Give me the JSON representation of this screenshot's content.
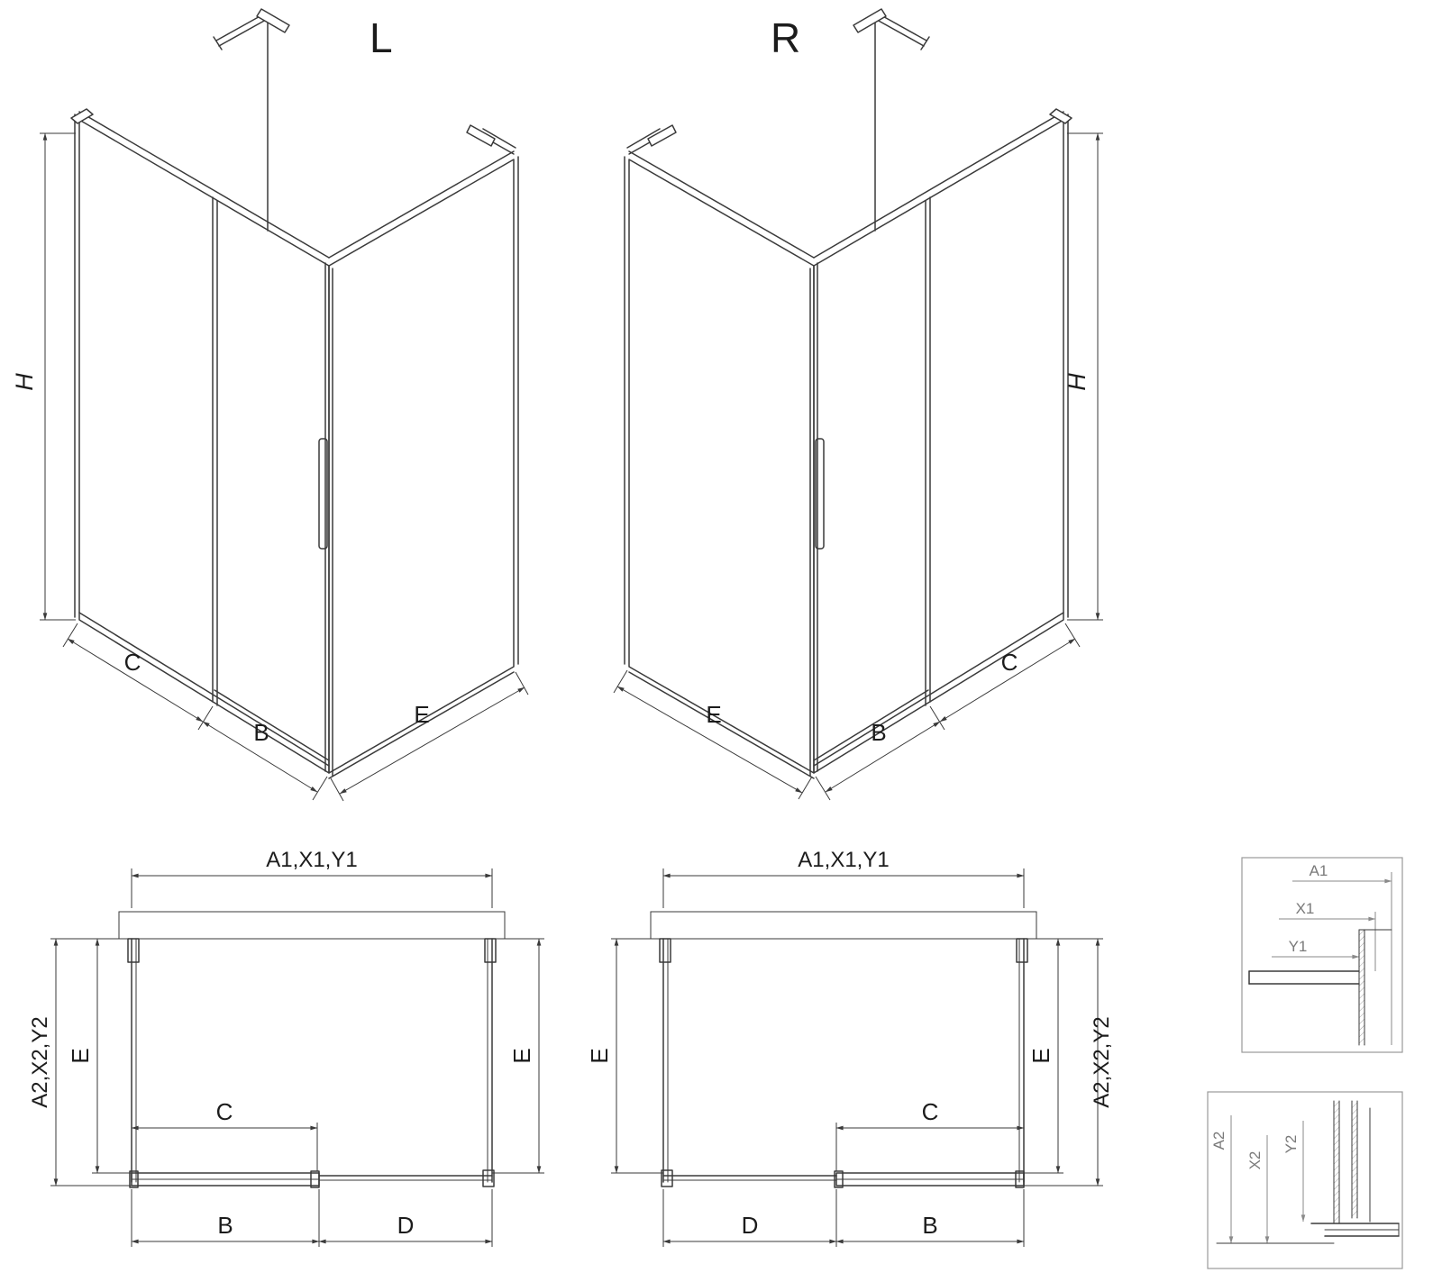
{
  "iso_left": {
    "title": "L",
    "dim_h": "H",
    "dim_c": "C",
    "dim_b": "B",
    "dim_e": "E"
  },
  "iso_right": {
    "title": "R",
    "dim_h": "H",
    "dim_c": "C",
    "dim_b": "B",
    "dim_e": "E"
  },
  "plan_left": {
    "dim_width": "A1,X1,Y1",
    "dim_depth_outer": "A2,X2,Y2",
    "dim_depth_inner": "E",
    "dim_depth_right": "E",
    "dim_opening": "C",
    "dim_door": "B",
    "dim_fixed": "D"
  },
  "plan_right": {
    "dim_width": "A1,X1,Y1",
    "dim_depth_left": "E",
    "dim_depth_inner": "E",
    "dim_depth_outer": "A2,X2,Y2",
    "dim_opening": "C",
    "dim_door": "B",
    "dim_fixed": "D"
  },
  "detail_top": {
    "dim_a1": "A1",
    "dim_x1": "X1",
    "dim_y1": "Y1"
  },
  "detail_bottom": {
    "dim_a2": "A2",
    "dim_x2": "X2",
    "dim_y2": "Y2"
  },
  "colors": {
    "line": "#3a3a3a",
    "detail": "#8a8a8a",
    "background": "#ffffff"
  }
}
